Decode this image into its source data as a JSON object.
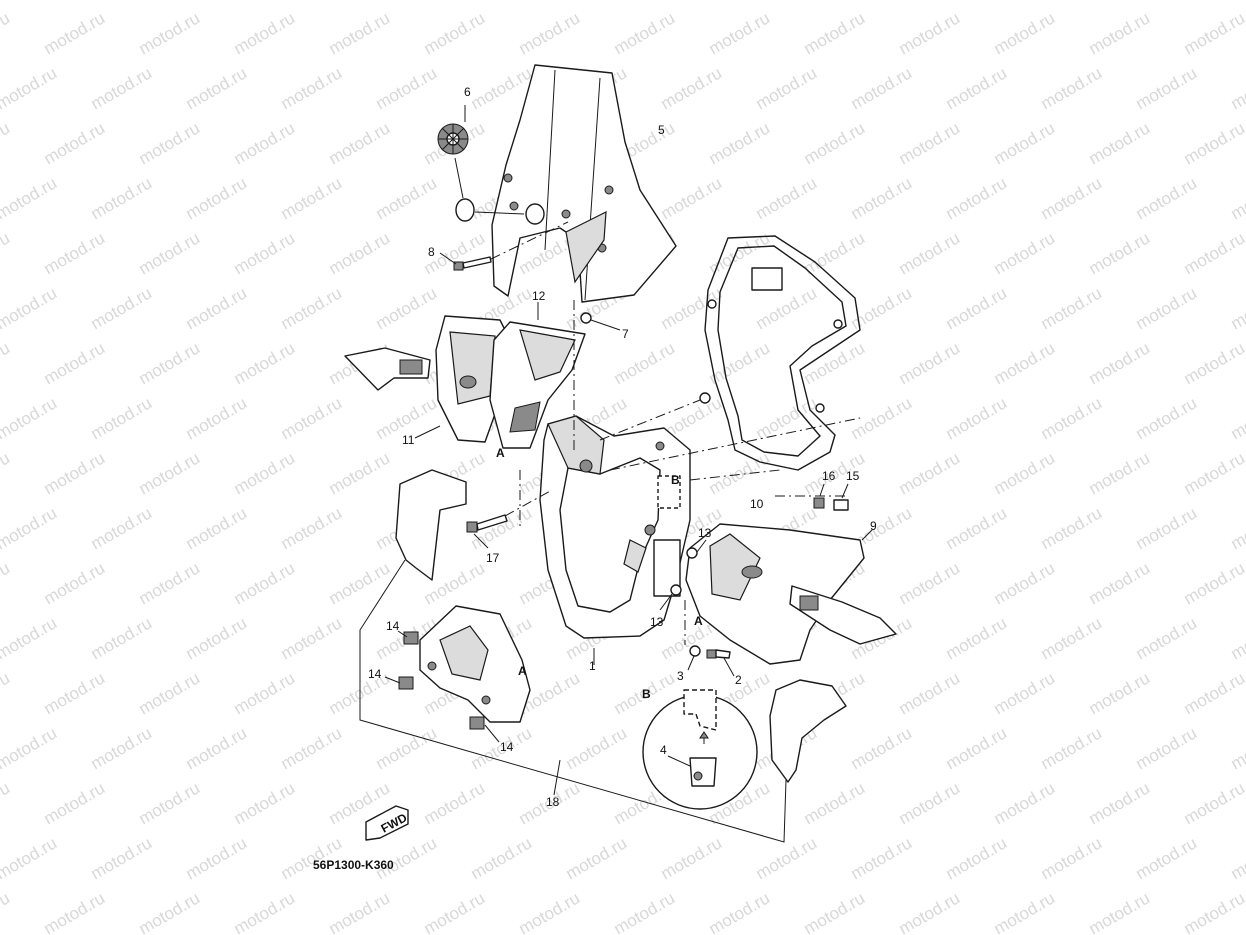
{
  "watermark": "motod.ru",
  "diagram_code": "56P1300-K360",
  "fwd_label": "FWD",
  "view_labels": {
    "a": "A",
    "b": "B"
  },
  "callouts": {
    "c1": "1",
    "c2": "2",
    "c3": "3",
    "c4": "4",
    "c5": "5",
    "c6": "6",
    "c7": "7",
    "c8": "8",
    "c9": "9",
    "c10": "10",
    "c11": "11",
    "c12": "12",
    "c13a": "13",
    "c13b": "13",
    "c14a": "14",
    "c14b": "14",
    "c14c": "14",
    "c15": "15",
    "c16": "16",
    "c17": "17",
    "c18": "18"
  }
}
